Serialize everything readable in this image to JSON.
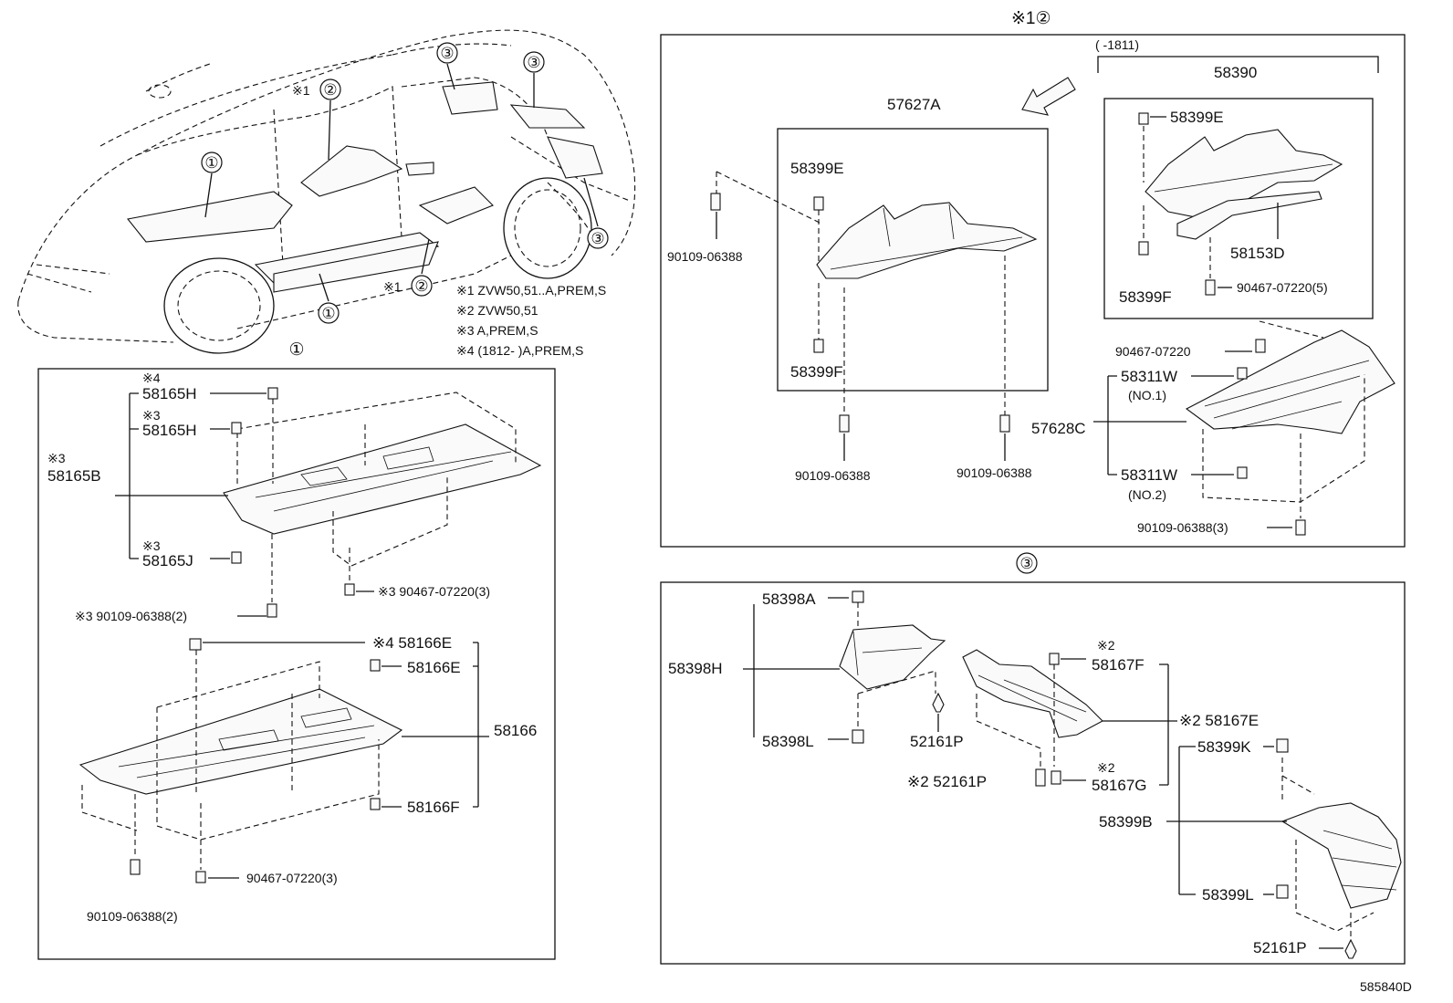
{
  "figure_code": "585840D",
  "callouts": {
    "c1": "①",
    "c2": "②",
    "c3": "③",
    "note_mark": "※1"
  },
  "notes": [
    "※1 ZVW50,51..A,PREM,S",
    "※2 ZVW50,51",
    "※3 A,PREM,S",
    "※4 (1812-        )A,PREM,S"
  ],
  "section1": {
    "title": "①",
    "labels": {
      "n4a": "※4",
      "p58165H_a": "58165H",
      "n3a": "※3",
      "p58165H_b": "58165H",
      "n3b": "※3",
      "p58165B": "58165B",
      "n3c": "※3",
      "p58165J": "58165J",
      "p90467a": "※3 90467-07220(3)",
      "p90109a": "※3 90109-06388(2)",
      "p58166E_a": "※4 58166E",
      "p58166E_b": "58166E",
      "p58166": "58166",
      "p58166F": "58166F",
      "p90467b": "90467-07220(3)",
      "p90109b": "90109-06388(2)"
    }
  },
  "section2": {
    "title": "※1②",
    "labels": {
      "range": "(      -1811)",
      "p58390": "58390",
      "p57627A": "57627A",
      "p58399E_a": "58399E",
      "p58399E_b": "58399E",
      "p90109_a": "90109-06388",
      "p58399F_a": "58399F",
      "p58399F_b": "58399F",
      "p58153D": "58153D",
      "p90467_5": "90467-07220(5)",
      "p90467": "90467-07220",
      "p58311W_a": "58311W",
      "no1": "(NO.1)",
      "p57628C": "57628C",
      "p58311W_b": "58311W",
      "no2": "(NO.2)",
      "p90109_b": "90109-06388",
      "p90109_c": "90109-06388",
      "p90109_3": "90109-06388(3)"
    }
  },
  "section3": {
    "title": "③",
    "labels": {
      "p58398A": "58398A",
      "p58398H": "58398H",
      "p58398L": "58398L",
      "p52161P_a": "52161P",
      "n2a": "※2",
      "p58167F": "58167F",
      "p58167E": "※2 58167E",
      "p52161P_b": "※2 52161P",
      "n2b": "※2",
      "p58167G": "58167G",
      "p58399K": "58399K",
      "p58399B": "58399B",
      "p58399L": "58399L",
      "p52161P_c": "52161P"
    }
  }
}
